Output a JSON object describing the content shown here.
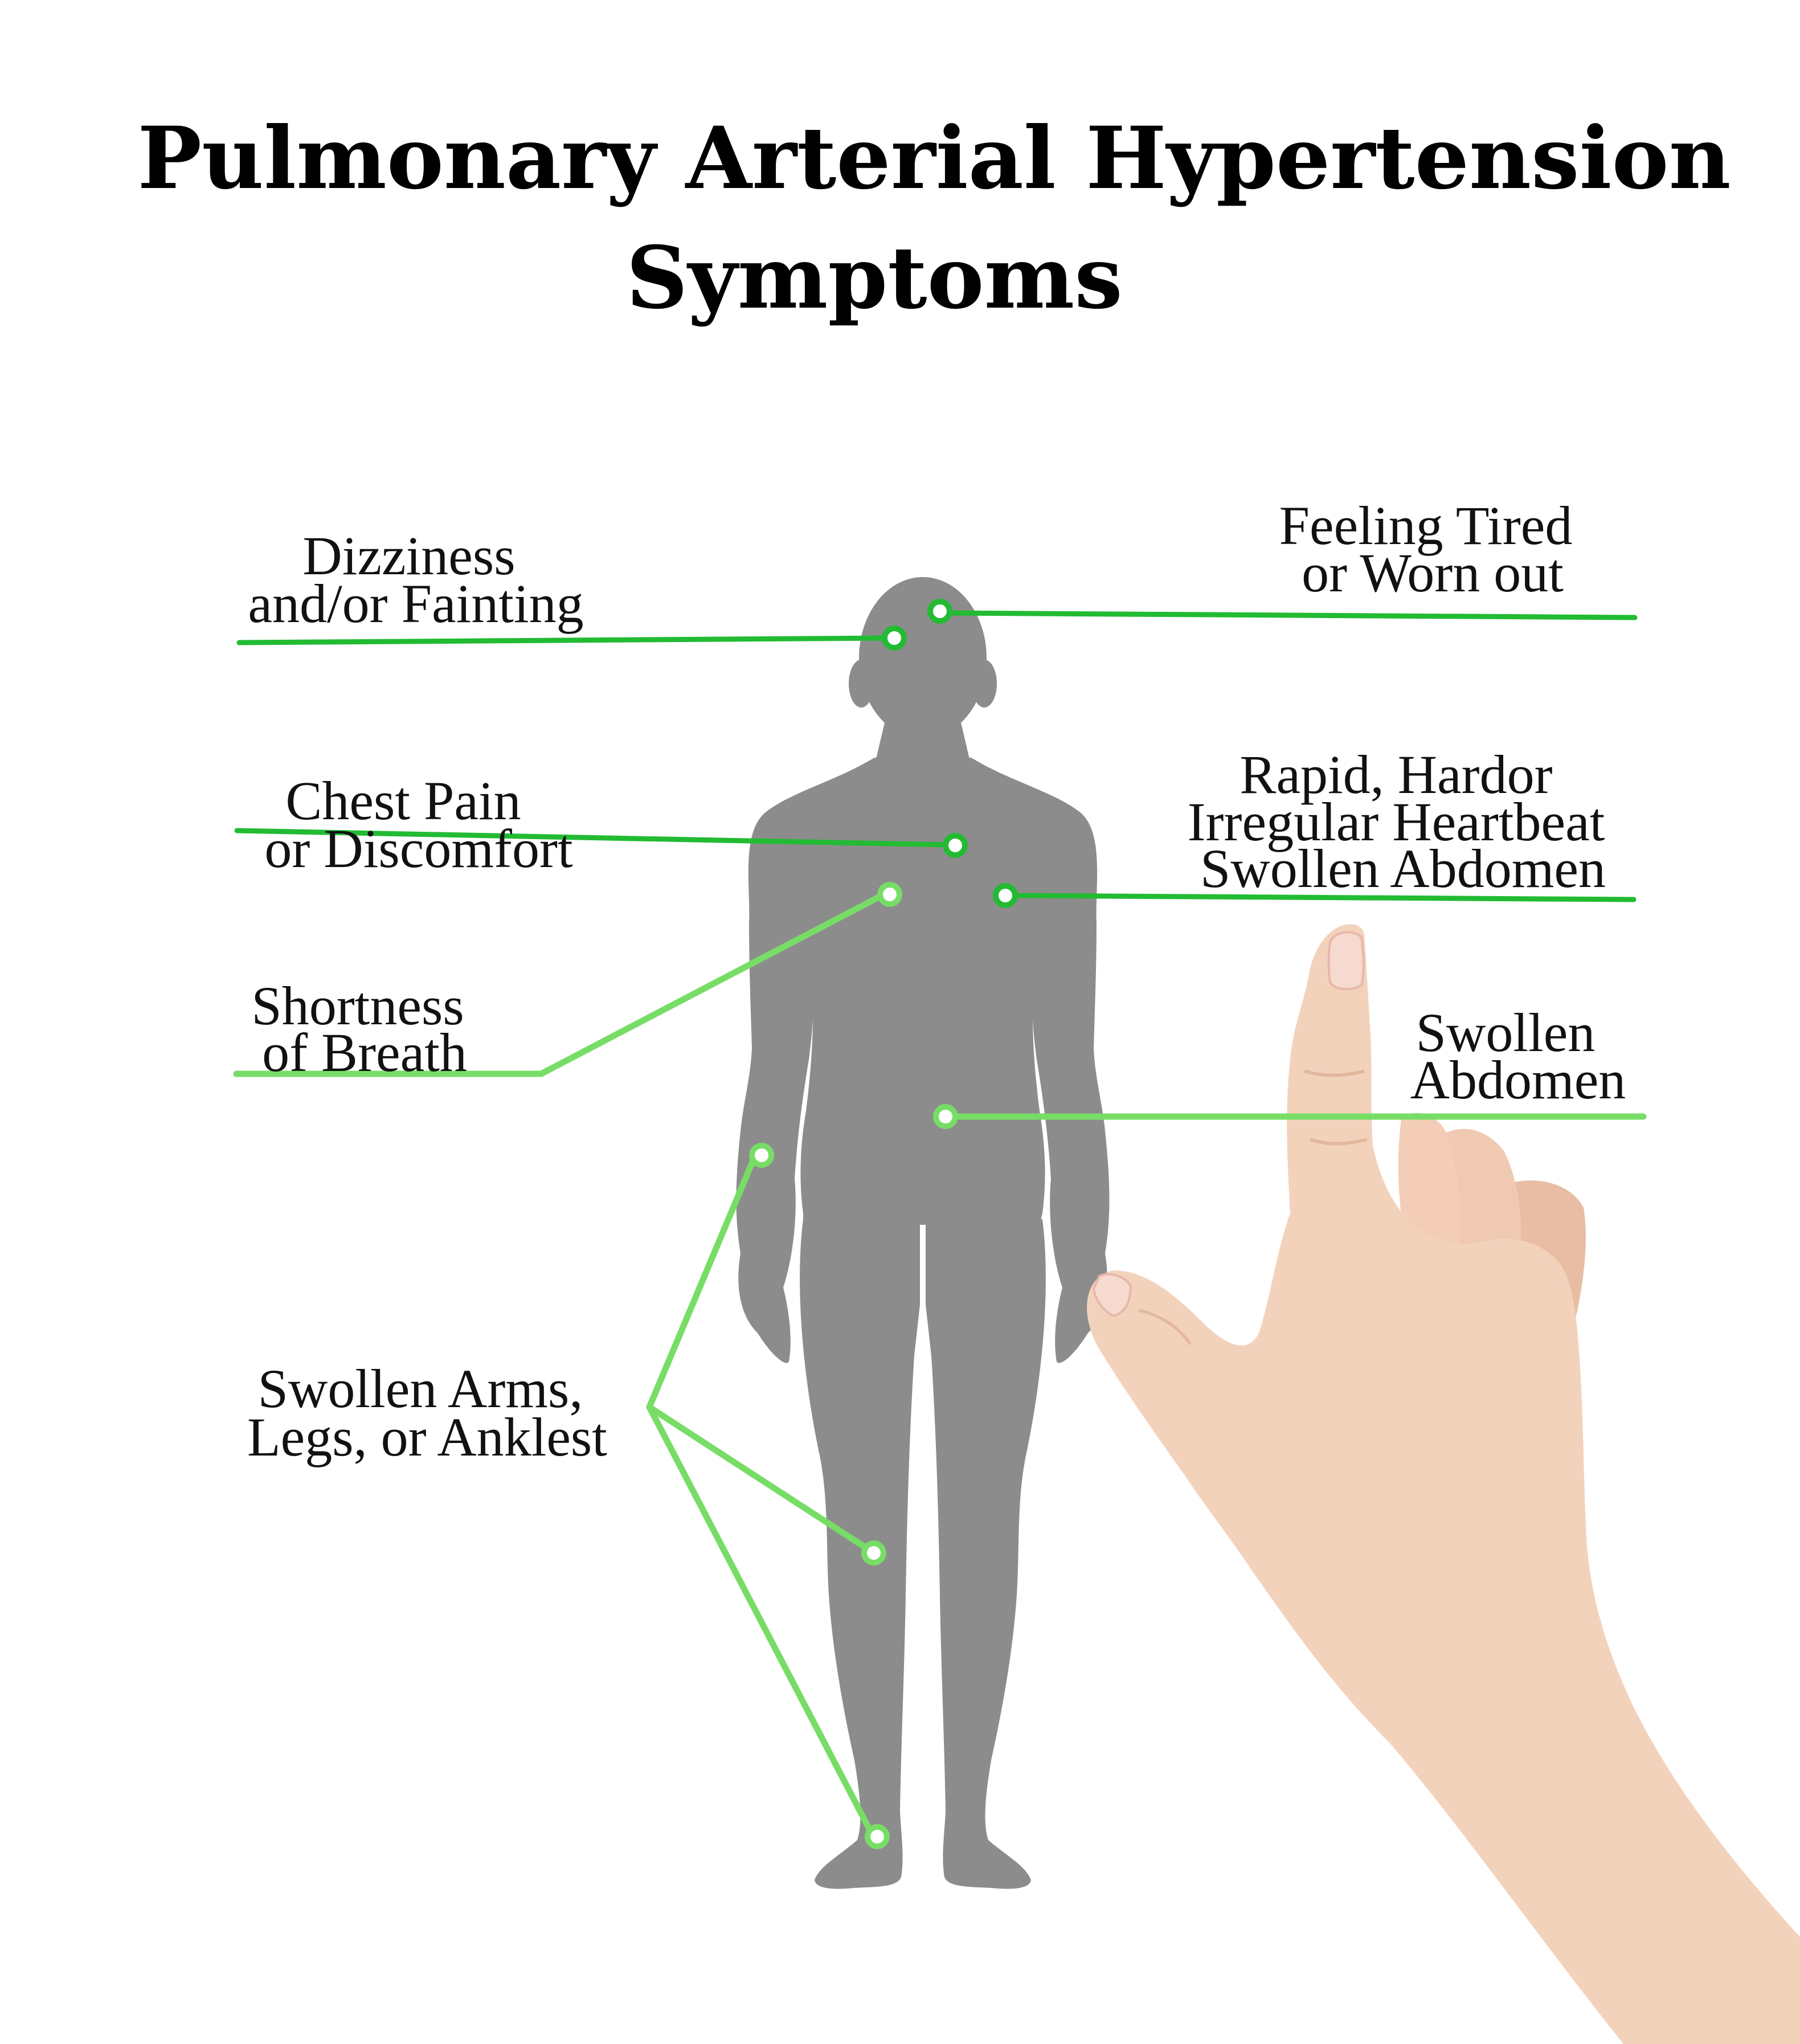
{
  "title": {
    "line1": "Pulmonary Arterial Hypertension",
    "line2": "Symptoms"
  },
  "labels": {
    "dizziness": [
      "Dizziness",
      "and/or Fainting"
    ],
    "tired": [
      "Feeling Tired",
      "or Worn out"
    ],
    "chest": [
      "Chest Pain",
      "or Discomfort"
    ],
    "heartbeat": [
      "Rapid, Hardor",
      "Irregular Heartbeat",
      "Swollen Abdomen"
    ],
    "breath": [
      "Shortness",
      "of Breath"
    ],
    "abdomen": [
      "Swollen",
      "Abdomen"
    ],
    "limbs": [
      "Swollen Arms,",
      "Legs, or Anklest"
    ]
  },
  "colors": {
    "background": "#ffffff",
    "text": "#111111",
    "silhouette": "#8c8c8c",
    "line_dark_green": "#22bb33",
    "line_light_green": "#77dd66",
    "marker_fill": "#ffffff",
    "skin": "#f3d2bc",
    "skin_shadow": "#e2b79e",
    "nail": "#f6d9cf"
  },
  "icons": {
    "figure": "human-silhouette-icon",
    "hand": "pointing-hand-icon",
    "marker": "circle-marker-icon"
  }
}
